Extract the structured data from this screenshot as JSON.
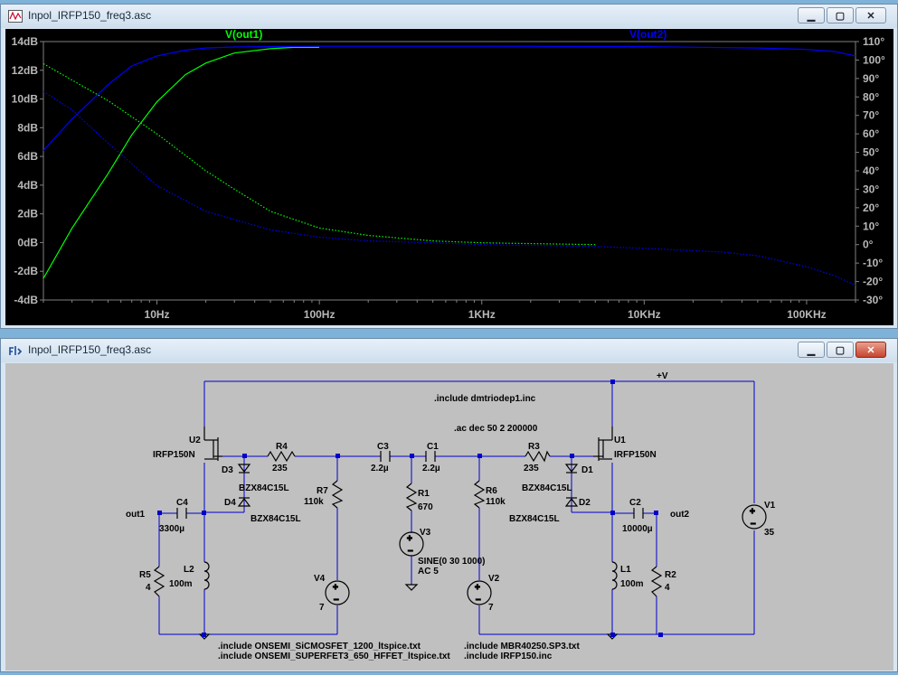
{
  "plot_window": {
    "title": "Inpol_IRFP150_freq3.asc",
    "icon": "waveform-icon",
    "buttons": {
      "minimize": "minimize-icon",
      "maximize": "maximize-icon",
      "close": "close-icon"
    }
  },
  "schematic_window": {
    "title": "Inpol_IRFP150_freq3.asc",
    "icon": "schematic-icon",
    "buttons": {
      "minimize": "minimize-icon",
      "maximize": "maximize-icon",
      "close": "close-icon"
    }
  },
  "chart_data": {
    "type": "line",
    "xscale": "log",
    "xlim": [
      2,
      200000
    ],
    "x_ticks": [
      "10Hz",
      "100Hz",
      "1KHz",
      "10KHz",
      "100KHz"
    ],
    "x_tick_values": [
      10,
      100,
      1000,
      10000,
      100000
    ],
    "ylim_left": [
      -4,
      14
    ],
    "y_left_ticks": [
      "14dB",
      "12dB",
      "10dB",
      "8dB",
      "6dB",
      "4dB",
      "2dB",
      "0dB",
      "-2dB",
      "-4dB"
    ],
    "ylim_right": [
      -30,
      110
    ],
    "y_right_ticks": [
      "110°",
      "100°",
      "90°",
      "80°",
      "70°",
      "60°",
      "50°",
      "40°",
      "30°",
      "20°",
      "10°",
      "0°",
      "-10°",
      "-20°",
      "-30°"
    ],
    "background": "#000000",
    "series": [
      {
        "name": "V(out1)",
        "color": "#00ff00",
        "kind": "magnitude",
        "x": [
          2,
          3,
          5,
          7,
          10,
          15,
          20,
          30,
          50,
          70,
          100
        ],
        "y": [
          -2.5,
          1.0,
          4.8,
          7.5,
          9.8,
          11.7,
          12.5,
          13.2,
          13.5,
          13.6,
          13.6
        ]
      },
      {
        "name": "V(out1) phase",
        "color": "#00ff00",
        "kind": "phase",
        "x": [
          2,
          5,
          10,
          20,
          30,
          50,
          100,
          200,
          500,
          1000,
          5000
        ],
        "y": [
          98,
          78,
          60,
          40,
          30,
          18,
          9,
          5,
          2,
          1,
          0
        ]
      },
      {
        "name": "V(out2)",
        "color": "#0000ff",
        "kind": "magnitude",
        "x": [
          2,
          3,
          5,
          7,
          10,
          15,
          20,
          30,
          50,
          100,
          1000,
          10000,
          50000,
          100000,
          150000,
          200000
        ],
        "y": [
          6.4,
          8.6,
          11.0,
          12.3,
          13.0,
          13.4,
          13.55,
          13.62,
          13.65,
          13.68,
          13.68,
          13.65,
          13.55,
          13.45,
          13.3,
          13.0
        ]
      },
      {
        "name": "V(out2) phase",
        "color": "#0000ff",
        "kind": "phase",
        "x": [
          2,
          3,
          5,
          10,
          20,
          50,
          100,
          200,
          500,
          1000,
          5000,
          10000,
          30000,
          50000,
          100000,
          150000,
          200000
        ],
        "y": [
          83,
          73,
          55,
          32,
          18,
          8,
          4,
          2,
          1,
          0,
          -1,
          -2,
          -4,
          -6,
          -12,
          -17,
          -22
        ]
      }
    ]
  },
  "schematic": {
    "plus_v": "+V",
    "directives": [
      ".include dmtriodep1.inc",
      ".ac dec 50 2 200000",
      ".include ONSEMI_SiCMOSFET_1200_ltspice.txt",
      ".include ONSEMI_SUPERFET3_650_HFFET_ltspice.txt",
      ".include MBR40250.SP3.txt",
      ".include IRFP150.inc"
    ],
    "components": {
      "U2": "U2",
      "U2_val": "IRFP150N",
      "U1": "U1",
      "U1_val": "IRFP150N",
      "R4": "R4",
      "R4_val": "235",
      "R3": "R3",
      "R3_val": "235",
      "D3": "D3",
      "D4": "D4",
      "D1": "D1",
      "D2": "D2",
      "D3_val": "BZX84C15L",
      "D4_val": "BZX84C15L",
      "D1_val": "BZX84C15L",
      "D2_val": "BZX84C15L",
      "C4": "C4",
      "C4_val": "3300µ",
      "C3": "C3",
      "C3_val": "2.2µ",
      "C1": "C1",
      "C1_val": "2.2µ",
      "C2": "C2",
      "C2_val": "10000µ",
      "R7": "R7",
      "R7_val": "110k",
      "R6": "R6",
      "R6_val": "110k",
      "R1": "R1",
      "R1_val": "670",
      "R5": "R5",
      "R5_val": "4",
      "R2": "R2",
      "R2_val": "4",
      "L2": "L2",
      "L2_val": "100m",
      "L1": "L1",
      "L1_val": "100m",
      "V4": "V4",
      "V4_val": "7",
      "V2": "V2",
      "V2_val": "7",
      "V3": "V3",
      "V3_val1": "SINE(0 30 1000)",
      "V3_val2": "AC 5",
      "V1": "V1",
      "V1_val": "35"
    },
    "net_out1": "out1",
    "net_out2": "out2"
  }
}
